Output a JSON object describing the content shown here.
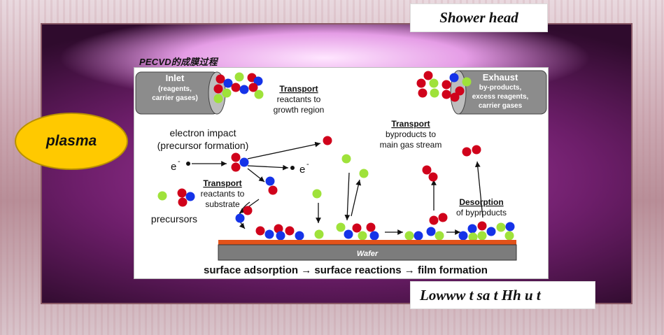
{
  "labels": {
    "shower_head": "Shower head",
    "lower": "Lowww t sa t Hh u t",
    "plasma": "plasma",
    "panel_title": "PECVD的成膜过程"
  },
  "diagram": {
    "inlet_title": "Inlet",
    "inlet_sub1": "(reagents,",
    "inlet_sub2": "carrier gases)",
    "exhaust_title": "Exhaust",
    "exhaust_sub1": "by-products,",
    "exhaust_sub2": "excess reagents,",
    "exhaust_sub3": "carrier gases",
    "transport1_title": "Transport",
    "transport1_l1": "reactants to",
    "transport1_l2": "growth region",
    "transport2_title": "Transport",
    "transport2_l1": "byproducts to",
    "transport2_l2": "main gas stream",
    "transport3_title": "Transport",
    "transport3_l1": "reactants to",
    "transport3_l2": "substrate",
    "electron_l1": "electron impact",
    "electron_l2": "(precursor formation)",
    "e_left": "e",
    "e_right": "e",
    "e_sup": "-",
    "precursors": "precursors",
    "desorption_title": "Desorption",
    "desorption_l1": "of byproducts",
    "wafer": "Wafer",
    "bottom_caption": "surface adsorption → surface reactions → film formation"
  },
  "colors": {
    "red": "#d0021b",
    "blue": "#1533e8",
    "green": "#9fe23a",
    "wafer_orange": "#e2521a",
    "wafer_gray": "#7c7c7c",
    "plasma_yellow": "#ffc900"
  }
}
